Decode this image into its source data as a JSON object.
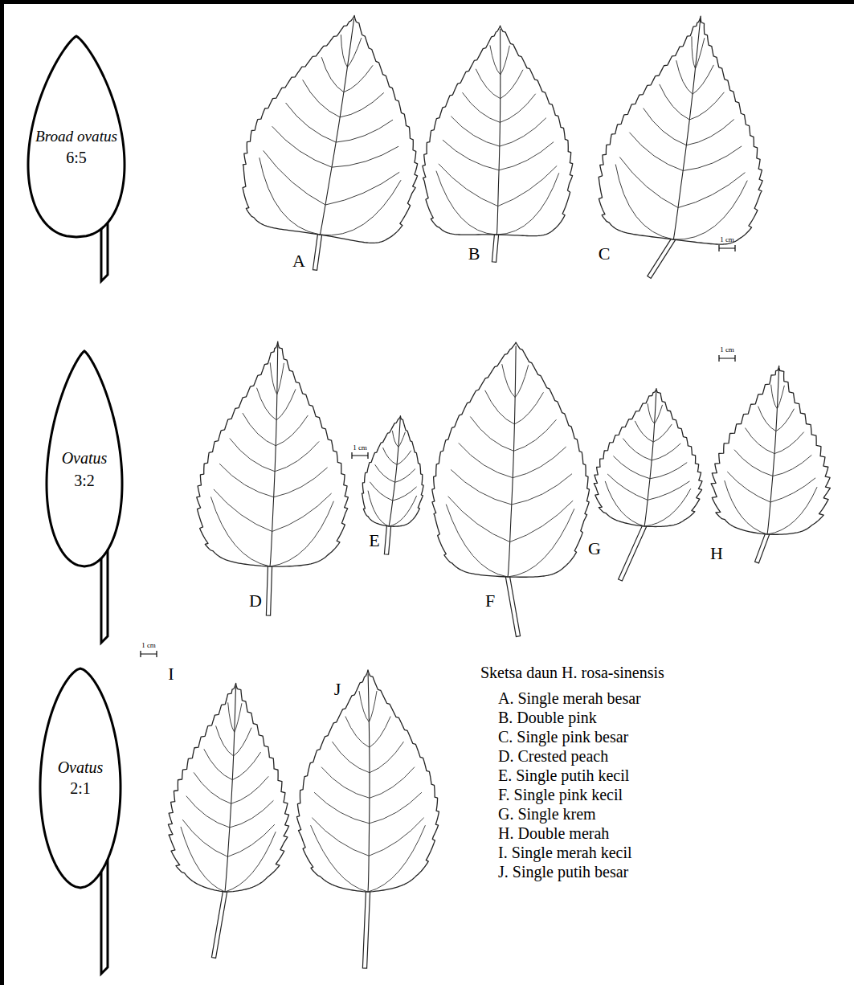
{
  "diagram": {
    "caption": "Sketsa daun H. rosa-sinensis",
    "nodes": [
      {
        "text": [
          "Broad ovatus",
          "6:5"
        ]
      },
      {
        "text": [
          "Ovatus",
          "3:2"
        ]
      },
      {
        "text": [
          "Ovatus",
          "2:1"
        ]
      }
    ],
    "labels": [
      "A",
      "B",
      "C",
      "1 cm",
      "D",
      "1 cm",
      "E",
      "F",
      "G",
      "1 cm",
      "H",
      "1 cm",
      "I",
      "J",
      "A. Single merah besar",
      "B. Double pink",
      "C. Single pink besar",
      "D. Crested peach",
      "E. Single putih kecil",
      "F. Single pink kecil",
      "G. Single krem",
      "H. Double merah",
      "I. Single merah kecil",
      "J. Single putih besar"
    ]
  }
}
